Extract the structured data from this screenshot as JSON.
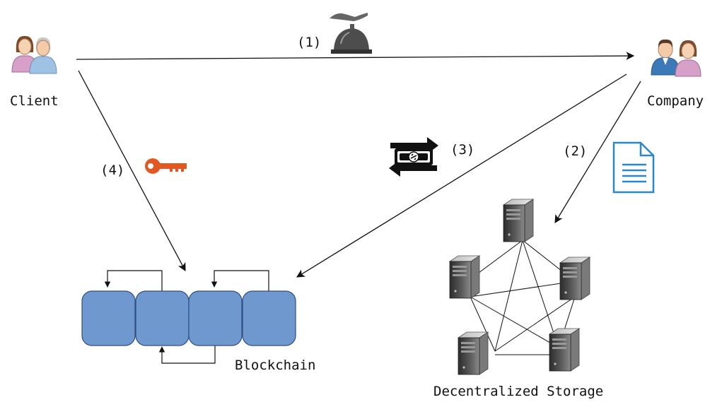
{
  "actors": {
    "client": {
      "label": "Client",
      "icon": "people-icon"
    },
    "company": {
      "label": "Company",
      "icon": "people-icon"
    }
  },
  "steps": {
    "step1": {
      "label": "(1)",
      "icon": "service-bell-icon"
    },
    "step2": {
      "label": "(2)",
      "icon": "document-icon"
    },
    "step3": {
      "label": "(3)",
      "icon": "crypto-transfer-icon"
    },
    "step4": {
      "label": "(4)",
      "icon": "key-icon"
    }
  },
  "blockchain": {
    "label": "Blockchain",
    "block_count": 4
  },
  "storage": {
    "label": "Decentralized Storage",
    "server_count": 5
  },
  "colors": {
    "block_fill": "#6f98cf",
    "block_stroke": "#2f4f80",
    "key": "#e25822",
    "document": "#2b88c8",
    "server_dark": "#3a3a3a",
    "line": "#111111"
  }
}
